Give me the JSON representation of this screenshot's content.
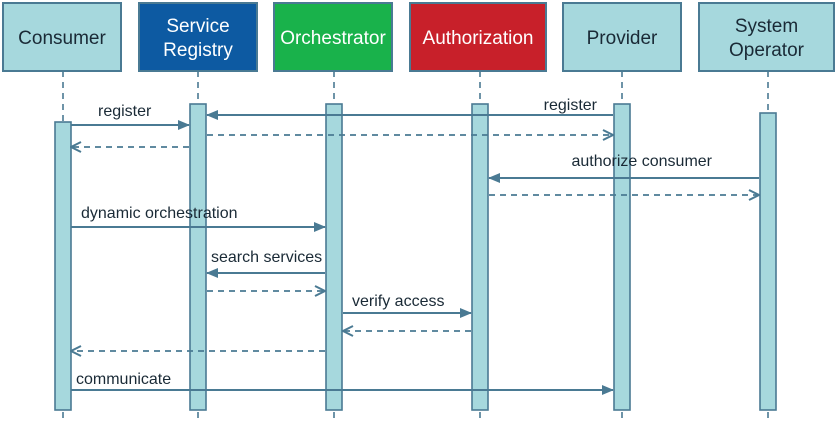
{
  "colors": {
    "participant_default_fill": "#a6d8dd",
    "participant_default_stroke": "#4a7a93",
    "activation_fill": "#a6d8dd",
    "activation_stroke": "#4a7a93",
    "lifeline": "#4a7a93",
    "arrow": "#4a7a93",
    "text_dark": "#1a2a36",
    "text_light": "#ffffff"
  },
  "participants": [
    {
      "id": "consumer",
      "lines": [
        "Consumer"
      ],
      "fill": "#a6d8dd",
      "text_color": "#1a2a36"
    },
    {
      "id": "service-registry",
      "lines": [
        "Service",
        "Registry"
      ],
      "fill": "#0d5aa2",
      "text_color": "#ffffff"
    },
    {
      "id": "orchestrator",
      "lines": [
        "Orchestrator"
      ],
      "fill": "#19b24b",
      "text_color": "#ffffff"
    },
    {
      "id": "authorization",
      "lines": [
        "Authorization"
      ],
      "fill": "#c8202a",
      "text_color": "#ffffff"
    },
    {
      "id": "provider",
      "lines": [
        "Provider"
      ],
      "fill": "#a6d8dd",
      "text_color": "#1a2a36"
    },
    {
      "id": "system-operator",
      "lines": [
        "System",
        "Operator"
      ],
      "fill": "#a6d8dd",
      "text_color": "#1a2a36"
    }
  ],
  "messages": [
    {
      "id": "consumer-register",
      "from": "consumer",
      "to": "service-registry",
      "label": "register",
      "style": "solid"
    },
    {
      "id": "provider-register",
      "from": "provider",
      "to": "service-registry",
      "label": "register",
      "style": "solid"
    },
    {
      "id": "registry-reply-provider",
      "from": "service-registry",
      "to": "provider",
      "label": "",
      "style": "dashed"
    },
    {
      "id": "registry-reply-consumer",
      "from": "service-registry",
      "to": "consumer",
      "label": "",
      "style": "dashed"
    },
    {
      "id": "authorize-consumer",
      "from": "system-operator",
      "to": "authorization",
      "label": "authorize consumer",
      "style": "solid"
    },
    {
      "id": "authorize-reply",
      "from": "authorization",
      "to": "system-operator",
      "label": "",
      "style": "dashed"
    },
    {
      "id": "dynamic-orchestration",
      "from": "consumer",
      "to": "orchestrator",
      "label": "dynamic orchestration",
      "style": "solid"
    },
    {
      "id": "search-services",
      "from": "orchestrator",
      "to": "service-registry",
      "label": "search services",
      "style": "solid"
    },
    {
      "id": "search-reply",
      "from": "service-registry",
      "to": "orchestrator",
      "label": "",
      "style": "dashed"
    },
    {
      "id": "verify-access",
      "from": "orchestrator",
      "to": "authorization",
      "label": "verify access",
      "style": "solid"
    },
    {
      "id": "verify-reply",
      "from": "authorization",
      "to": "orchestrator",
      "label": "",
      "style": "dashed"
    },
    {
      "id": "orchestration-reply",
      "from": "orchestrator",
      "to": "consumer",
      "label": "",
      "style": "dashed"
    },
    {
      "id": "communicate",
      "from": "consumer",
      "to": "provider",
      "label": "communicate",
      "style": "solid"
    }
  ]
}
